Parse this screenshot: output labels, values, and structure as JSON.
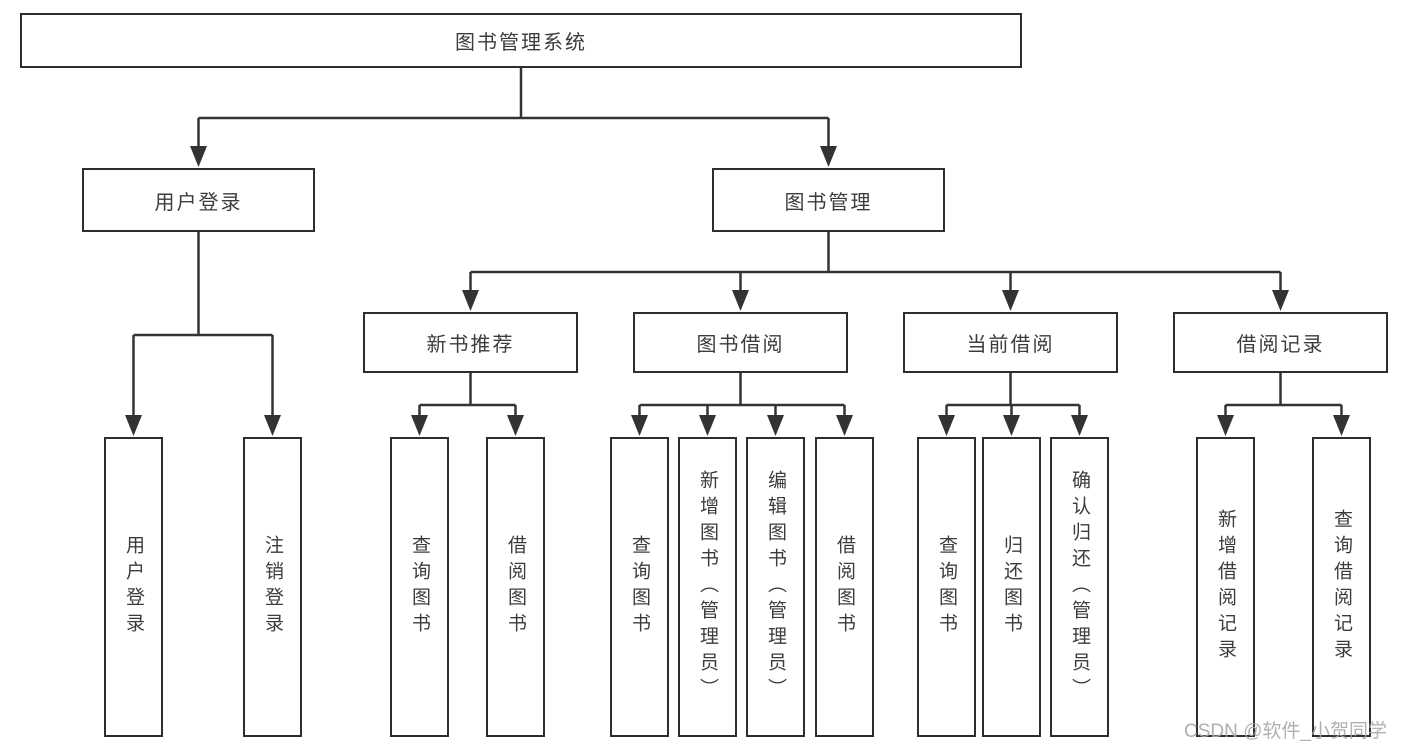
{
  "colors": {
    "line": "#333333",
    "box_border": "#2e2e2e",
    "box_fill": "#ffffff",
    "text": "#3c3c3c",
    "watermark": "#a8a8a8"
  },
  "watermark": {
    "text": "CSDN @软件_小贺同学"
  },
  "tree": {
    "root": {
      "label": "图书管理系统"
    },
    "branches": [
      {
        "label": "用户登录",
        "children": [
          {
            "label": "用户登录"
          },
          {
            "label": "注销登录"
          }
        ]
      },
      {
        "label": "图书管理",
        "children": [
          {
            "label": "新书推荐",
            "children": [
              {
                "label": "查询图书"
              },
              {
                "label": "借阅图书"
              }
            ]
          },
          {
            "label": "图书借阅",
            "children": [
              {
                "label": "查询图书"
              },
              {
                "label": "新增图书（管理员）"
              },
              {
                "label": "编辑图书（管理员）"
              },
              {
                "label": "借阅图书"
              }
            ]
          },
          {
            "label": "当前借阅",
            "children": [
              {
                "label": "查询图书"
              },
              {
                "label": "归还图书"
              },
              {
                "label": "确认归还（管理员）"
              }
            ]
          },
          {
            "label": "借阅记录",
            "children": [
              {
                "label": "新增借阅记录"
              },
              {
                "label": "查询借阅记录"
              }
            ]
          }
        ]
      }
    ]
  }
}
